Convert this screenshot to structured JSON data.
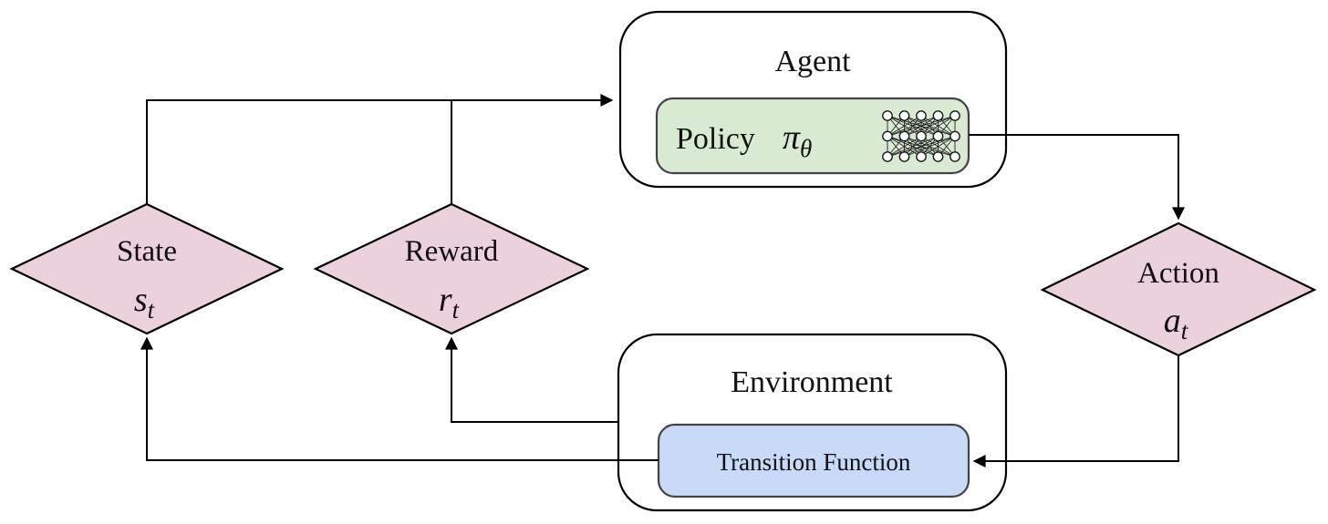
{
  "diagram": {
    "nodes": {
      "agent": {
        "label": "Agent"
      },
      "policy": {
        "label": "Policy",
        "symbol": "π",
        "symbol_sub": "θ"
      },
      "environment": {
        "label": "Environment"
      },
      "transition": {
        "label": "Transition Function"
      },
      "state": {
        "label": "State",
        "symbol": "s",
        "symbol_sub": "t"
      },
      "reward": {
        "label": "Reward",
        "symbol": "r",
        "symbol_sub": "t"
      },
      "action": {
        "label": "Action",
        "symbol": "a",
        "symbol_sub": "t"
      }
    },
    "colors": {
      "background": "#ffffff",
      "box_fill": "#ffffff",
      "diamond_fill": "#ead1dc",
      "policy_fill": "#d9ead3",
      "transition_fill": "#c9daf8",
      "line": "#000000",
      "inner_border": "#434343"
    },
    "icons": {
      "policy_network": {
        "name": "neural-network-icon",
        "rows": 3,
        "cols": 5
      }
    }
  }
}
